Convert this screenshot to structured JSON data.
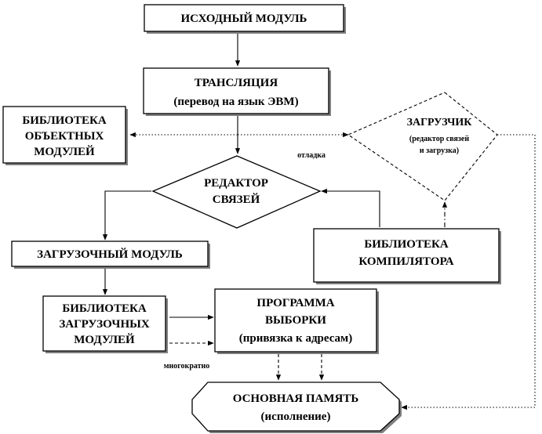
{
  "nodes": {
    "source_module": {
      "lines": [
        "ИСХОДНЫЙ МОДУЛЬ"
      ]
    },
    "translation": {
      "lines": [
        "ТРАНСЛЯЦИЯ",
        "(перевод на язык ЭВМ)"
      ]
    },
    "object_library": {
      "lines": [
        "БИБЛИОТЕКА",
        "ОБЪЕКТНЫХ",
        "МОДУЛЕЙ"
      ]
    },
    "loader": {
      "lines": [
        "ЗАГРУЗЧИК",
        "(редактор связей",
        "и загрузка)"
      ]
    },
    "linker": {
      "lines": [
        "РЕДАКТОР",
        "СВЯЗЕЙ"
      ]
    },
    "load_module": {
      "lines": [
        "ЗАГРУЗОЧНЫЙ МОДУЛЬ"
      ]
    },
    "compiler_library": {
      "lines": [
        "БИБЛИОТЕКА",
        "КОМПИЛЯТОРА"
      ]
    },
    "load_library": {
      "lines": [
        "БИБЛИОТЕКА",
        "ЗАГРУЗОЧНЫХ",
        "МОДУЛЕЙ"
      ]
    },
    "fetch_program": {
      "lines": [
        "ПРОГРАММА",
        "ВЫБОРКИ",
        "(привязка к адресам)"
      ]
    },
    "main_memory": {
      "lines": [
        "ОСНОВНАЯ ПАМЯТЬ",
        "(исполнение)"
      ]
    }
  },
  "edge_labels": {
    "debug": "отладка",
    "repeatedly": "многократно"
  }
}
